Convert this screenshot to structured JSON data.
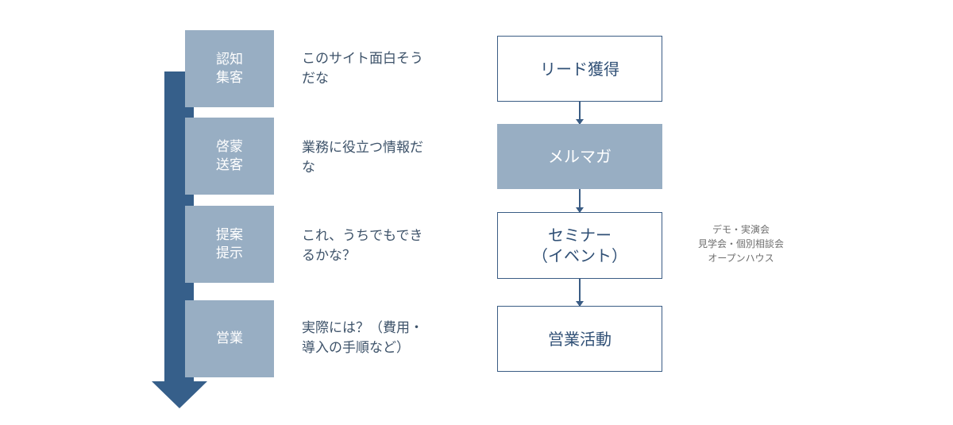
{
  "stages": [
    {
      "lines": [
        "認知",
        "集客"
      ]
    },
    {
      "lines": [
        "啓蒙",
        "送客"
      ]
    },
    {
      "lines": [
        "提案",
        "提示"
      ]
    },
    {
      "lines": [
        "営業"
      ]
    }
  ],
  "thoughts": [
    {
      "lines": [
        "このサイト面白そう",
        "だな"
      ]
    },
    {
      "lines": [
        "業務に役立つ情報だ",
        "な"
      ]
    },
    {
      "lines": [
        "これ、うちでもでき",
        "るかな？"
      ]
    },
    {
      "lines": [
        "実際には？（費用・",
        "導入の手順など）"
      ]
    }
  ],
  "steps": [
    {
      "lines": [
        "リード獲得"
      ]
    },
    {
      "lines": [
        "メルマガ"
      ]
    },
    {
      "lines": [
        "セミナー",
        "（イベント）"
      ]
    },
    {
      "lines": [
        "営業活動"
      ]
    }
  ],
  "note": {
    "lines": [
      "デモ・実演会",
      "見学会・個別相談会",
      "オープンハウス"
    ]
  },
  "colors": {
    "arrow": "#365f8a",
    "stage_fill": "#98aec3",
    "outline": "#3a5c84",
    "text": "#3e536a"
  }
}
